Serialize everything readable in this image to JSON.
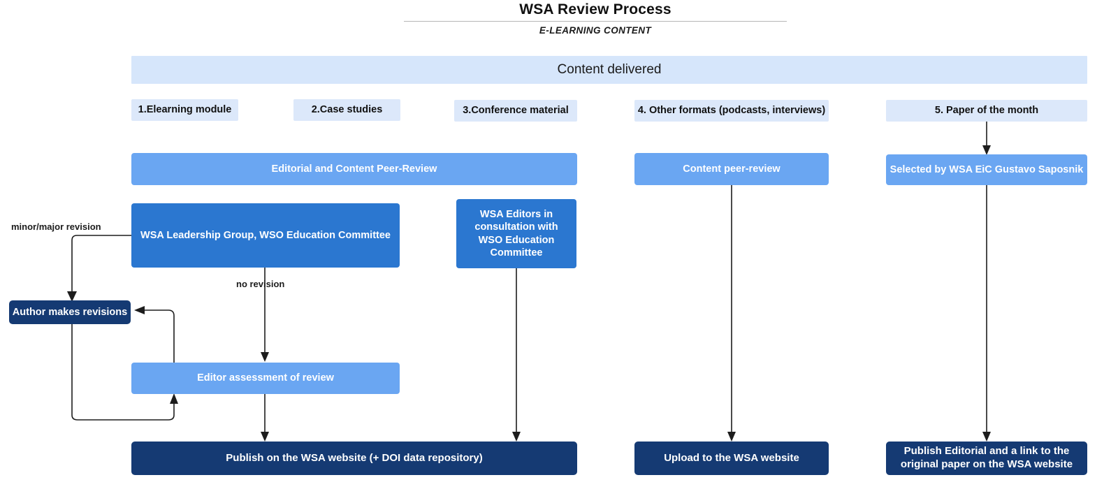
{
  "header": {
    "title": "WSA Review Process",
    "subtitle": "E-LEARNING CONTENT"
  },
  "banner": {
    "label": "Content delivered"
  },
  "categories": [
    {
      "label": "1.Elearning module"
    },
    {
      "label": "2.Case studies"
    },
    {
      "label": "3.Conference material"
    },
    {
      "label": "4. Other formats (podcasts, interviews)"
    },
    {
      "label": "5. Paper of the month"
    }
  ],
  "nodes": {
    "editorial_peer_review": "Editorial and Content Peer-Review",
    "content_peer_review": "Content peer-review",
    "selected_by_eic": "Selected by WSA EiC Gustavo Saposnik",
    "wsa_leadership": "WSA Leadership Group, WSO Education Committee",
    "wsa_editors": "WSA Editors in consultation with WSO Education Committee",
    "author_revisions": "Author makes revisions",
    "editor_assessment": "Editor assessment of review",
    "publish_wsa": "Publish on the WSA website (+ DOI data repository)",
    "upload_wsa": "Upload to the WSA website",
    "publish_editorial": "Publish Editorial and a link to the original paper on the WSA website"
  },
  "edge_labels": {
    "minor_major": "minor/major revision",
    "no_revision": "no revision"
  },
  "colors": {
    "banner_bg": "#d6e6fb",
    "chip_bg": "#dce8fa",
    "mid_blue": "#6aa6f2",
    "strong_blue": "#2b77d0",
    "navy": "#153a73",
    "wire": "#1d1d1d",
    "page_bg": "#ffffff"
  }
}
